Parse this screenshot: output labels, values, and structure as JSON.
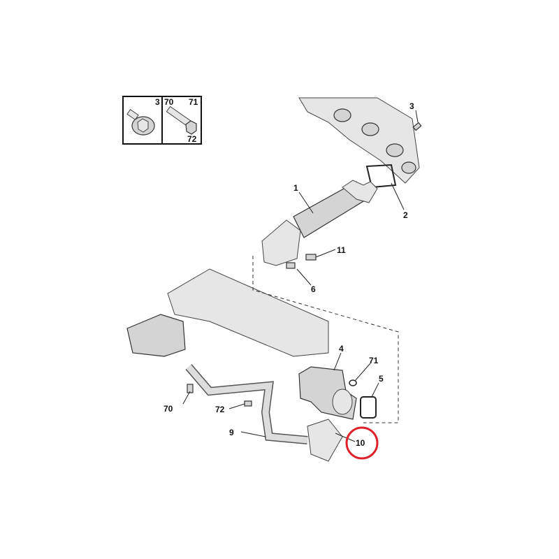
{
  "diagram": {
    "inset": {
      "cells": [
        {
          "labels": [
            "3"
          ]
        },
        {
          "labels": [
            "70",
            "71",
            "72"
          ]
        }
      ]
    },
    "callouts": [
      "3",
      "1",
      "2",
      "11",
      "6",
      "4",
      "71",
      "5",
      "70",
      "72",
      "9",
      "10"
    ],
    "highlighted_callout": "10",
    "highlight_color": "#e0202a"
  }
}
